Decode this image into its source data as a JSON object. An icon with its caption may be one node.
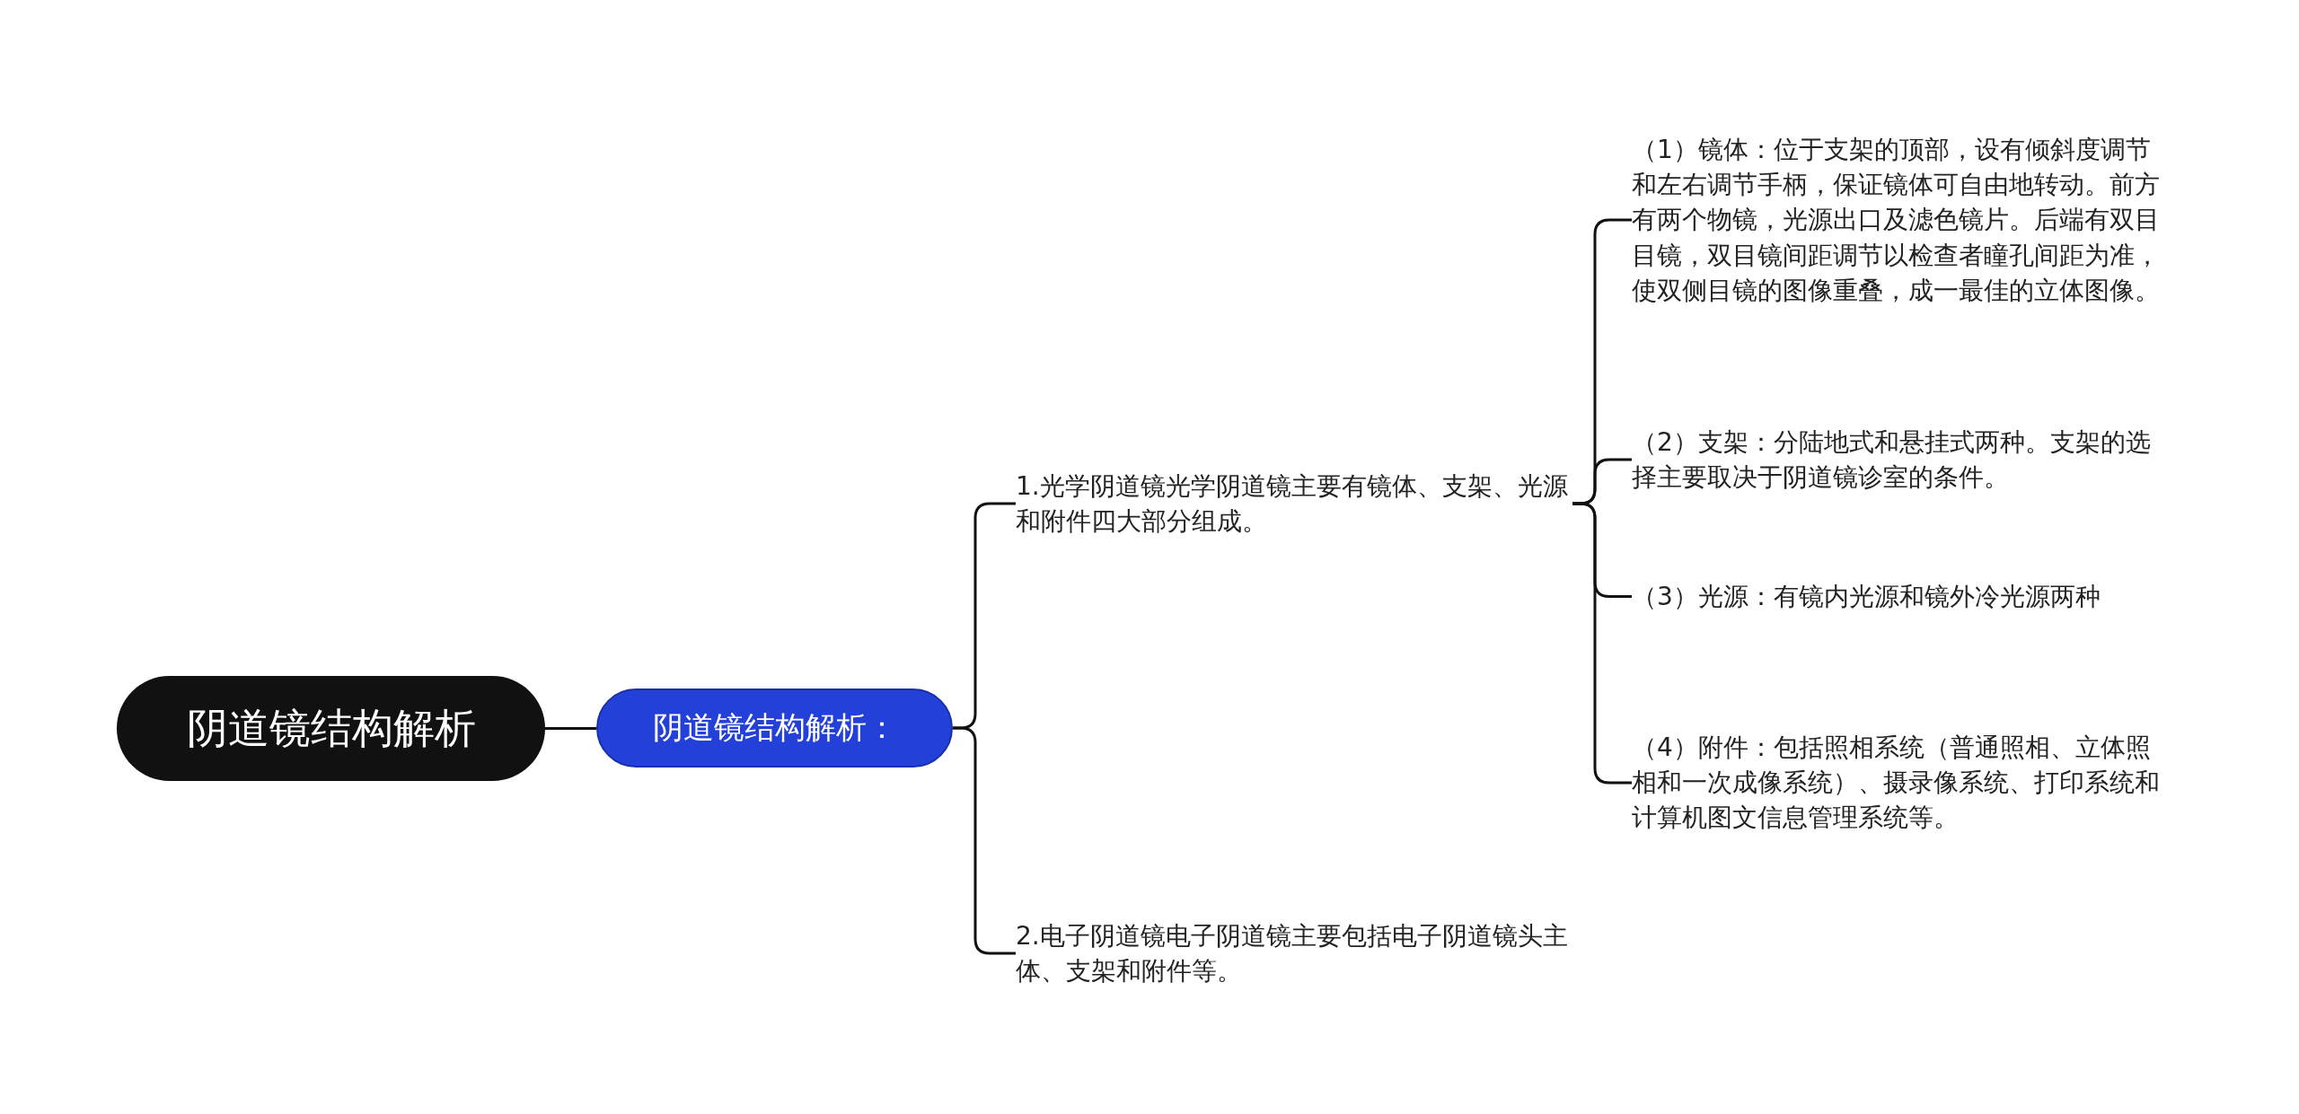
{
  "diagram": {
    "nodes": [
      {
        "text": [
          "阴道镜结构解析"
        ]
      },
      {
        "text": [
          "阴道镜结构解析："
        ]
      },
      {
        "text": [
          "1.光学阴道镜光学阴道镜主要有镜体、支架、光源和附件四大部分组成。"
        ]
      },
      {
        "text": [
          "2.电子阴道镜电子阴道镜主要包括电子阴道镜头主体、支架和附件等。"
        ]
      },
      {
        "text": [
          "（1）镜体：位于支架的顶部，设有倾斜度调节和左右调节手柄，保证镜体可自由地转动。前方有两个物镜，光源出口及滤色镜片。后端有双目目镜，双目镜间距调节以检查者瞳孔间距为准，使双侧目镜的图像重叠，成一最佳的立体图像。"
        ]
      },
      {
        "text": [
          "（2）支架：分陆地式和悬挂式两种。支架的选择主要取决于阴道镜诊室的条件。"
        ]
      },
      {
        "text": [
          "（3）光源：有镜内光源和镜外冷光源两种"
        ]
      },
      {
        "text": [
          "（4）附件：包括照相系统（普通照相、立体照相和一次成像系统）、摄录像系统、打印系统和计算机图文信息管理系统等。"
        ]
      }
    ],
    "edges": [
      {
        "from": 0,
        "to": 1,
        "arrow": "none"
      },
      {
        "from": 1,
        "to": 2,
        "arrow": "none"
      },
      {
        "from": 1,
        "to": 3,
        "arrow": "none"
      },
      {
        "from": 2,
        "to": 4,
        "arrow": "none"
      },
      {
        "from": 2,
        "to": 5,
        "arrow": "none"
      },
      {
        "from": 2,
        "to": 6,
        "arrow": "none"
      },
      {
        "from": 2,
        "to": 7,
        "arrow": "none"
      }
    ]
  }
}
